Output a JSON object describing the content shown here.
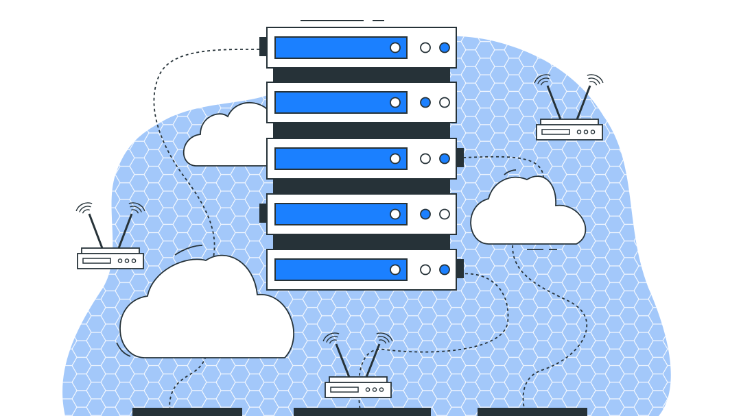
{
  "colors": {
    "background": "#ffffff",
    "blob": "#a3c8fa",
    "honeycomb": "#ffffff",
    "outline": "#263238",
    "rack_panel": "#1b80ff",
    "rack_body": "#ffffff",
    "rack_frame": "#263238",
    "cloud_fill": "#ffffff"
  },
  "scene": {
    "server_rack": {
      "unit_count": 5,
      "icon": "server-rack"
    },
    "clouds": [
      {
        "icon": "cloud-icon",
        "name": "cloud-left-top"
      },
      {
        "icon": "cloud-icon",
        "name": "cloud-right"
      },
      {
        "icon": "cloud-icon",
        "name": "cloud-left-bottom"
      }
    ],
    "routers": [
      {
        "icon": "wifi-router-icon",
        "name": "router-left"
      },
      {
        "icon": "wifi-router-icon",
        "name": "router-right"
      },
      {
        "icon": "wifi-router-icon",
        "name": "router-bottom"
      }
    ],
    "monitors": [
      {
        "icon": "monitor-icon",
        "name": "monitor-left"
      },
      {
        "icon": "monitor-icon",
        "name": "monitor-center"
      },
      {
        "icon": "monitor-icon",
        "name": "monitor-right"
      }
    ]
  }
}
